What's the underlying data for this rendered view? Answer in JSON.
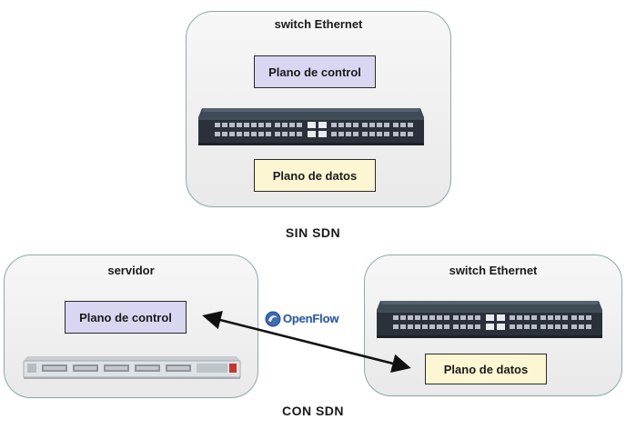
{
  "top": {
    "panel_title": "switch  Ethernet",
    "control_label": "Plano de control",
    "data_label": "Plano de datos"
  },
  "caption_top": "SIN SDN",
  "bottom_left": {
    "panel_title": "servidor",
    "control_label": "Plano de control"
  },
  "bottom_right": {
    "panel_title": "switch  Ethernet",
    "data_label": "Plano de datos"
  },
  "connector": {
    "label": "OpenFlow",
    "icon": "openflow-logo-icon"
  },
  "caption_bottom": "CON SDN",
  "colors": {
    "panel_border": "#8fa9a8",
    "control_fill": "#d9d6f2",
    "data_fill": "#fdf6d2",
    "openflow_blue": "#2f5b9c"
  }
}
